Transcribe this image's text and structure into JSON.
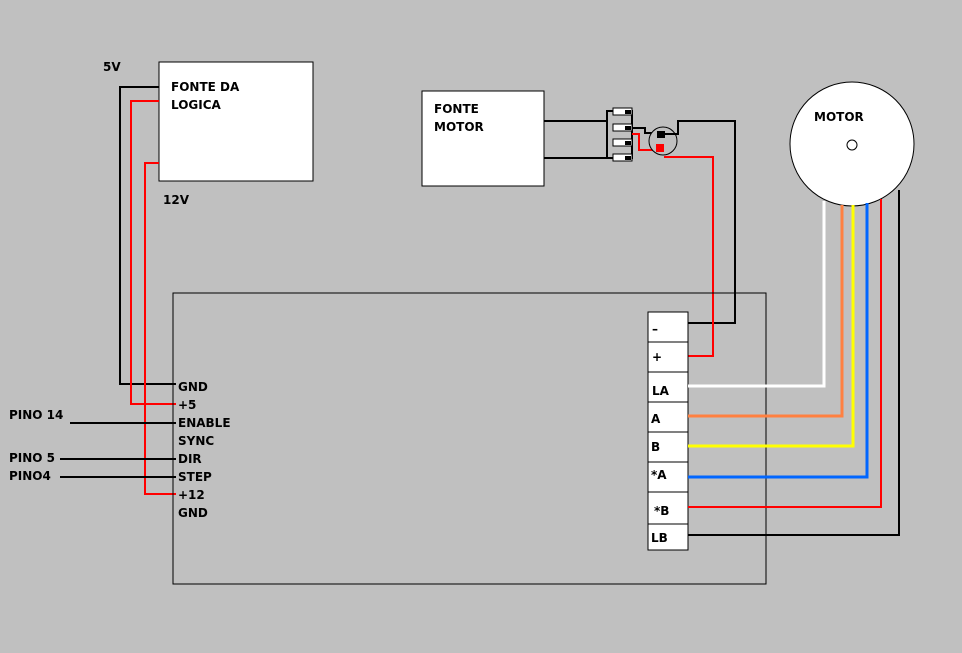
{
  "supplies": {
    "logic": {
      "line1": "FONTE DA",
      "line2": "LOGICA",
      "label_5v": "5V",
      "label_12v": "12V"
    },
    "motor_supply": {
      "line1": "FONTE",
      "line2": "MOTOR"
    }
  },
  "motor": {
    "label": "MOTOR"
  },
  "driver": {
    "left_pins": [
      "GND",
      "+5",
      "ENABLE",
      "SYNC",
      "DIR",
      "STEP",
      "+12",
      "GND"
    ],
    "right_terminals": [
      "–",
      "+",
      "LA",
      "A",
      "B",
      "*A",
      "*B",
      "LB"
    ]
  },
  "arduino_pins": {
    "enable": "PINO 14",
    "dir": "PINO 5",
    "step": "PINO4"
  },
  "colors": {
    "background": "#c0c0c0",
    "black": "#000000",
    "red": "#ff0000",
    "white": "#ffffff",
    "orange": "#ff8040",
    "yellow": "#ffff00",
    "blue": "#0066ff",
    "dark_red": "#cc0000"
  }
}
